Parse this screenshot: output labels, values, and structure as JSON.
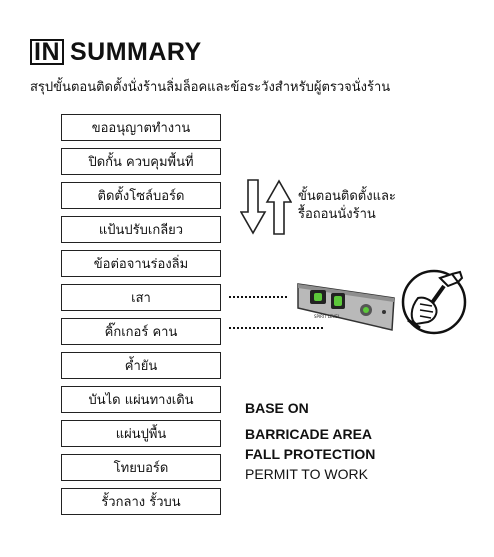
{
  "header": {
    "title_boxed": "IN",
    "title_rest": "SUMMARY",
    "subtitle": "สรุปขั้นตอนติดตั้งนั่งร้านลิ่มล็อคและข้อระวังสำหรับผู้ตรวจนั่งร้าน"
  },
  "steps": [
    "ขออนุญาตทำงาน",
    "ปิดกั้น ควบคุมพื้นที่",
    "ติดตั้งโซล์บอร์ด",
    "แป้นปรับเกลียว",
    "ข้อต่อจานร่องลิ่ม",
    "เสา",
    "คิ๊กเกอร์ คาน",
    "ค้ำยัน",
    "บันได แผ่นทางเดิน",
    "แผ่นปูพื้น",
    "โทยบอร์ด",
    "รั้วกลาง รั้วบน"
  ],
  "note": {
    "line1": "ขั้นตอนติดตั้งและ",
    "line2": "รื้อถอนนั่งร้าน"
  },
  "permits": {
    "base_on": "BASE ON",
    "items": [
      "BARRICADE AREA",
      "FALL PROTECTION",
      "PERMIT TO WORK"
    ]
  },
  "level_tool": {
    "label": "SPIRIT LEVEL",
    "body_color": "#b9b9b9",
    "bubble_color": "#5cc83a"
  }
}
